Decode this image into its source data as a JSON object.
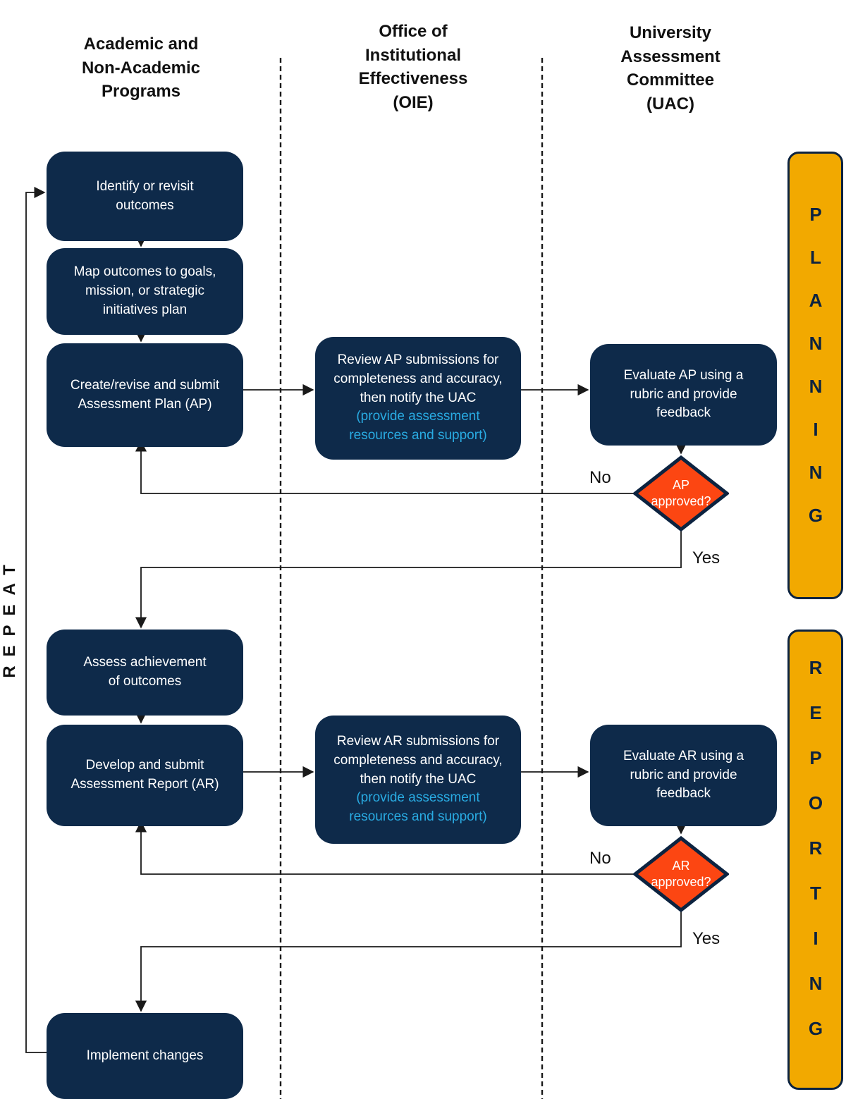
{
  "lanes": {
    "programs": "Academic and\nNon-Academic\nPrograms",
    "oie": "Office of\nInstitutional\nEffectiveness\n(OIE)",
    "uac": "University\nAssessment\nCommittee\n(UAC)"
  },
  "repeat_label": "REPEAT",
  "phases": {
    "planning": "PLANNING",
    "reporting": "REPORTING"
  },
  "steps": {
    "identify": "Identify or revisit\noutcomes",
    "map": "Map outcomes to goals,\nmission, or strategic\ninitiatives plan",
    "create_ap": "Create/revise and submit\nAssessment Plan (AP)",
    "assess": "Assess achievement\nof outcomes",
    "develop_ar": "Develop and submit\nAssessment Report (AR)",
    "implement": "Implement changes",
    "review_ap": "Review AP submissions for\ncompleteness and accuracy,\nthen notify the UAC",
    "review_ar": "Review AR submissions for\ncompleteness and accuracy,\nthen notify the UAC",
    "oie_note": "(provide assessment\nresources and support)",
    "evaluate_ap": "Evaluate AP using a\nrubric and provide\nfeedback",
    "evaluate_ar": "Evaluate AR using a\nrubric and provide\nfeedback"
  },
  "decisions": {
    "ap": "AP\napproved?",
    "ar": "AR\napproved?"
  },
  "edge_labels": {
    "no": "No",
    "yes": "Yes"
  },
  "colors": {
    "navy": "#0E2A4A",
    "navy_dark": "#0C2340",
    "orange": "#FC4612",
    "gold": "#F2A900",
    "light_blue": "#29ABE2",
    "line": "#1A1A1A"
  }
}
